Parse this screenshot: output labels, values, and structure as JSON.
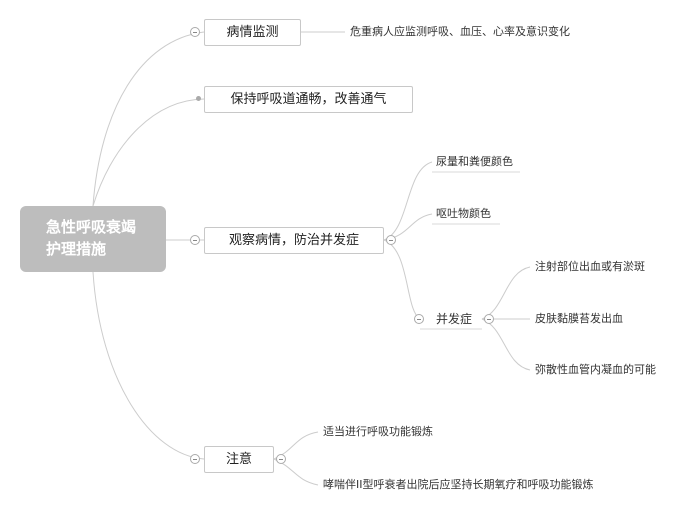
{
  "root": {
    "line1": "急性呼吸衰竭",
    "line2": "护理措施"
  },
  "branches": [
    {
      "label": "病情监测",
      "children": [
        "危重病人应监测呼吸、血压、心率及意识变化"
      ]
    },
    {
      "label": "保持呼吸道通畅，改善通气",
      "children": []
    },
    {
      "label": "观察病情，防治并发症",
      "children": [
        "尿量和粪便颜色",
        "呕吐物颜色"
      ],
      "sub": {
        "label": "并发症",
        "children": [
          "注射部位出血或有淤斑",
          "皮肤黏膜苔发出血",
          "弥散性血管内凝血的可能"
        ]
      }
    },
    {
      "label": "注意",
      "children": [
        "适当进行呼吸功能锻炼",
        "哮喘伴II型呼衰者出院后应坚持长期氧疗和呼吸功能锻炼"
      ]
    }
  ],
  "colors": {
    "line": "#c8c8c8",
    "root_bg": "#bdbdbd"
  }
}
